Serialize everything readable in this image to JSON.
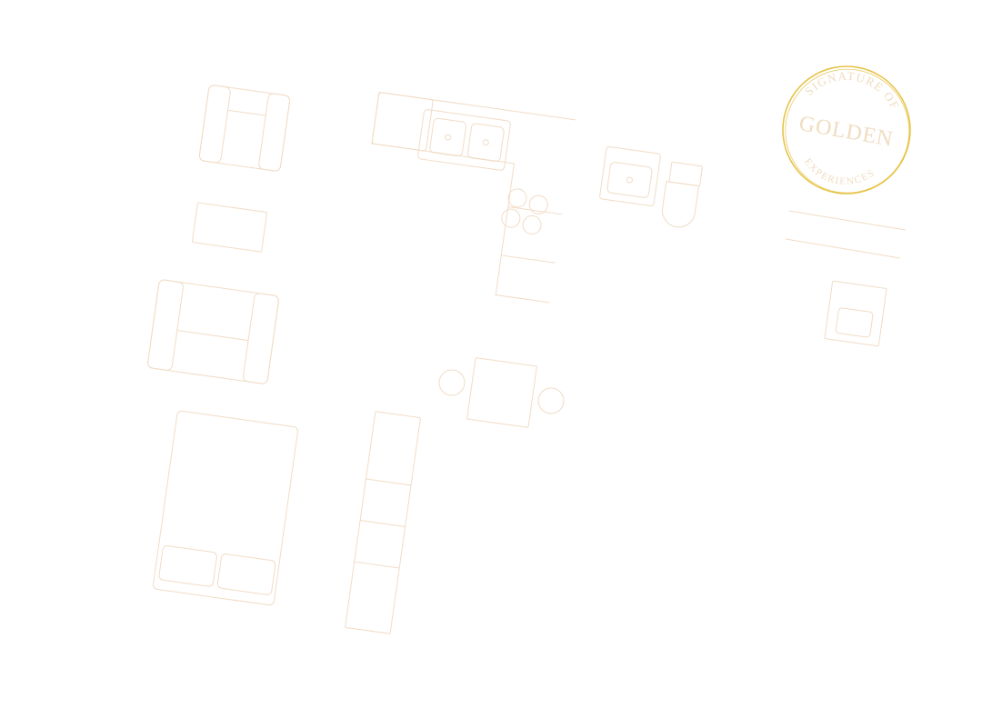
{
  "colors": {
    "background": "#ffffff",
    "line": "#f1dcc6",
    "gold": "#e6c44a",
    "gold_text": "#f0dcc0"
  },
  "seal": {
    "top_text": "SIGNATURE OF",
    "center_text": "GOLDEN",
    "bottom_text": "EXPERIENCES"
  },
  "furniture_icons": [
    "armchair-icon",
    "coffee-table-icon",
    "sofa-icon",
    "double-bed-icon",
    "wardrobe-icon",
    "kitchen-counter-icon",
    "double-sink-icon",
    "cooktop-icon",
    "bathroom-sink-icon",
    "toilet-icon",
    "dining-table-icon",
    "stool-icon",
    "tv-console-icon",
    "nightstand-icon"
  ]
}
